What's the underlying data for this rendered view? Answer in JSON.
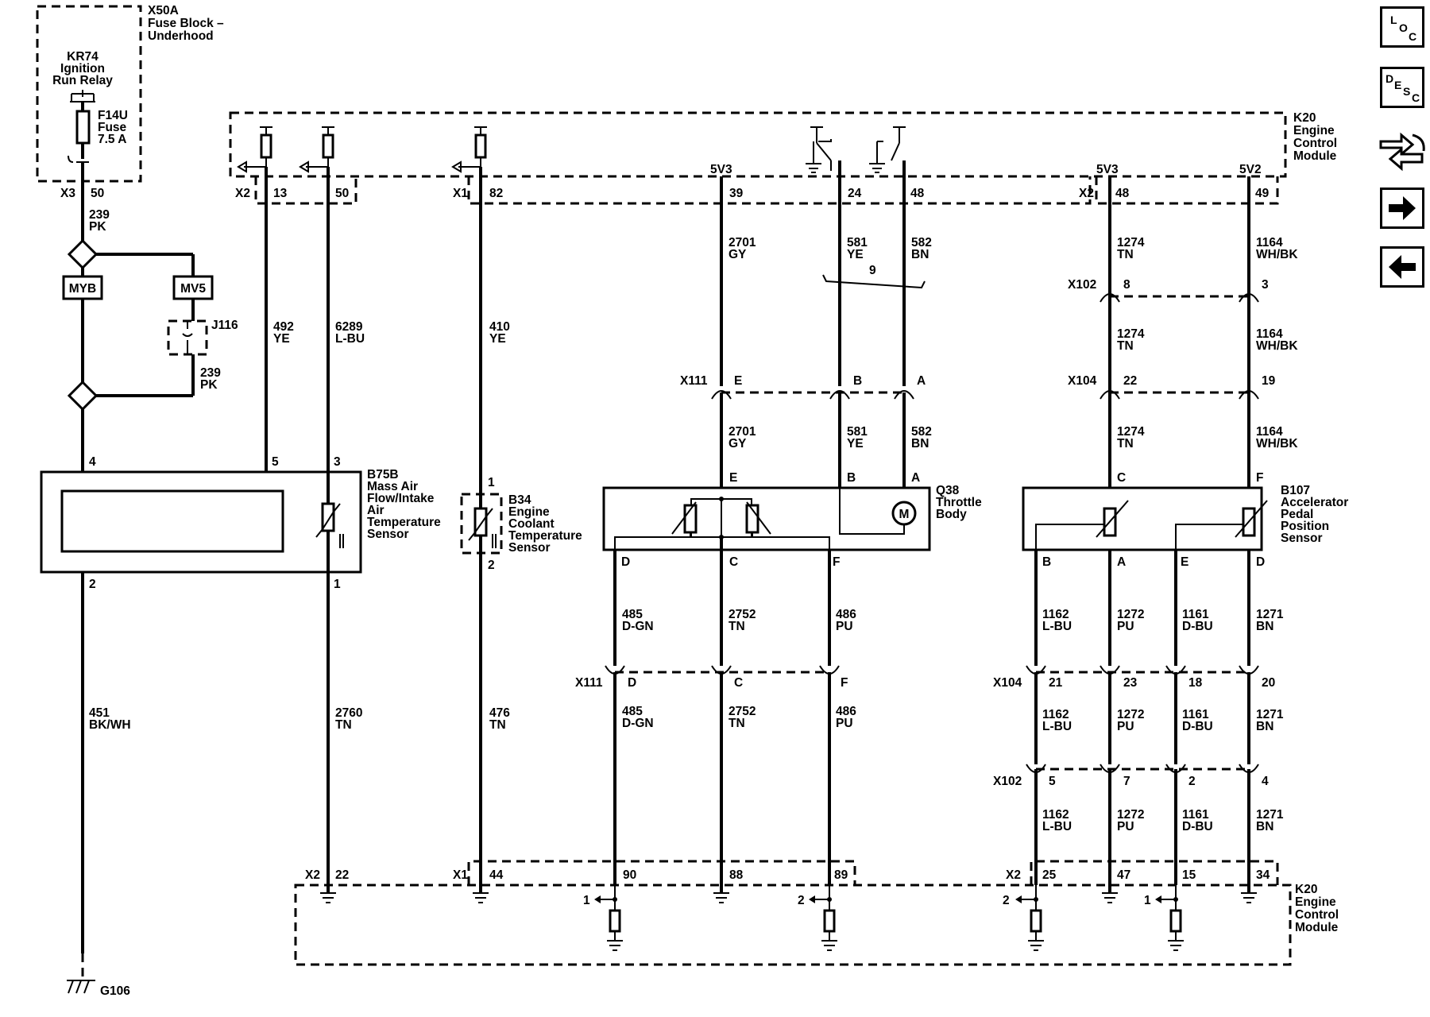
{
  "nav": {
    "loc": [
      "L",
      "O",
      "C"
    ],
    "desc": [
      "D",
      "E",
      "S",
      "C"
    ]
  },
  "fuse_block": {
    "title": [
      "X50A",
      "Fuse Block –",
      "Underhood"
    ],
    "relay": [
      "KR74",
      "Ignition",
      "Run Relay"
    ],
    "fuse": [
      "F14U",
      "Fuse",
      "7.5 A"
    ],
    "connector": "X3",
    "pin": "50"
  },
  "ecm_top": {
    "title": [
      "K20",
      "Engine",
      "Control",
      "Module"
    ],
    "x2": "X2",
    "x2_pins": [
      "13",
      "50"
    ],
    "x1": "X1",
    "x1_pin": "82",
    "ref_5v3": "5V3",
    "throttle_pins": [
      "39",
      "24",
      "48"
    ],
    "x2b": "X2",
    "x2b_pins": [
      "48",
      "49"
    ],
    "ref_5v3b": "5V3",
    "ref_5v2": "5V2"
  },
  "wires": {
    "w239a": [
      "239",
      "PK"
    ],
    "w239b": [
      "239",
      "PK"
    ],
    "w492": [
      "492",
      "YE"
    ],
    "w6289": [
      "6289",
      "L-BU"
    ],
    "w410": [
      "410",
      "YE"
    ],
    "w2701a": [
      "2701",
      "GY"
    ],
    "w581a": [
      "581",
      "YE"
    ],
    "w582a": [
      "582",
      "BN"
    ],
    "twist": "9",
    "w1274a": [
      "1274",
      "TN"
    ],
    "w1164a": [
      "1164",
      "WH/BK"
    ],
    "w1274b": [
      "1274",
      "TN"
    ],
    "w1164b": [
      "1164",
      "WH/BK"
    ],
    "w2701b": [
      "2701",
      "GY"
    ],
    "w581b": [
      "581",
      "YE"
    ],
    "w582b": [
      "582",
      "BN"
    ],
    "w1274c": [
      "1274",
      "TN"
    ],
    "w1164c": [
      "1164",
      "WH/BK"
    ],
    "w451": [
      "451",
      "BK/WH"
    ],
    "w2760": [
      "2760",
      "TN"
    ],
    "w476": [
      "476",
      "TN"
    ],
    "w485a": [
      "485",
      "D-GN"
    ],
    "w2752a": [
      "2752",
      "TN"
    ],
    "w486a": [
      "486",
      "PU"
    ],
    "w485b": [
      "485",
      "D-GN"
    ],
    "w2752b": [
      "2752",
      "TN"
    ],
    "w486b": [
      "486",
      "PU"
    ],
    "w1162a": [
      "1162",
      "L-BU"
    ],
    "w1272a": [
      "1272",
      "PU"
    ],
    "w1161a": [
      "1161",
      "D-BU"
    ],
    "w1271a": [
      "1271",
      "BN"
    ],
    "w1162b": [
      "1162",
      "L-BU"
    ],
    "w1272b": [
      "1272",
      "PU"
    ],
    "w1161b": [
      "1161",
      "D-BU"
    ],
    "w1271b": [
      "1271",
      "BN"
    ],
    "w1162c": [
      "1162",
      "L-BU"
    ],
    "w1272c": [
      "1272",
      "PU"
    ],
    "w1161c": [
      "1161",
      "D-BU"
    ],
    "w1271c": [
      "1271",
      "BN"
    ]
  },
  "splices": {
    "myb": "MYB",
    "mv5": "MV5",
    "j116": "J116"
  },
  "connectors": {
    "x102a": {
      "name": "X102",
      "pins": [
        "8",
        "3"
      ]
    },
    "x111a": {
      "name": "X111",
      "pins": [
        "E",
        "B",
        "A"
      ]
    },
    "x104a": {
      "name": "X104",
      "pins": [
        "22",
        "19"
      ]
    },
    "x111b": {
      "name": "X111",
      "pins": [
        "D",
        "C",
        "F"
      ]
    },
    "x104b": {
      "name": "X104",
      "pins": [
        "21",
        "23",
        "18",
        "20"
      ]
    },
    "x102b": {
      "name": "X102",
      "pins": [
        "5",
        "7",
        "2",
        "4"
      ]
    }
  },
  "components": {
    "maf": {
      "label": [
        "B75B",
        "Mass Air",
        "Flow/Intake",
        "Air",
        "Temperature",
        "Sensor"
      ],
      "pins": [
        "4",
        "5",
        "3",
        "2",
        "1"
      ]
    },
    "ect": {
      "label": [
        "B34",
        "Engine",
        "Coolant",
        "Temperature",
        "Sensor"
      ],
      "pins": [
        "1",
        "2"
      ]
    },
    "tb": {
      "label": [
        "Q38",
        "Throttle",
        "Body"
      ],
      "pins_top": [
        "E",
        "B",
        "A"
      ],
      "pins_bottom": [
        "D",
        "C",
        "F"
      ],
      "motor": "M"
    },
    "app": {
      "label": [
        "B107",
        "Accelerator",
        "Pedal",
        "Position",
        "Sensor"
      ],
      "pins_top": [
        "C",
        "F"
      ],
      "pins_bottom": [
        "B",
        "A",
        "E",
        "D"
      ]
    }
  },
  "ecm_bottom": {
    "title": [
      "K20",
      "Engine",
      "Control",
      "Module"
    ],
    "x2": "X2",
    "x2_pin": "22",
    "x1": "X1",
    "x1_pins": [
      "44",
      "90",
      "88",
      "89"
    ],
    "x2b": "X2",
    "x2b_pins": [
      "25",
      "47",
      "15",
      "34"
    ],
    "refs": [
      "1",
      "2",
      "2",
      "1"
    ]
  },
  "ground": "G106"
}
